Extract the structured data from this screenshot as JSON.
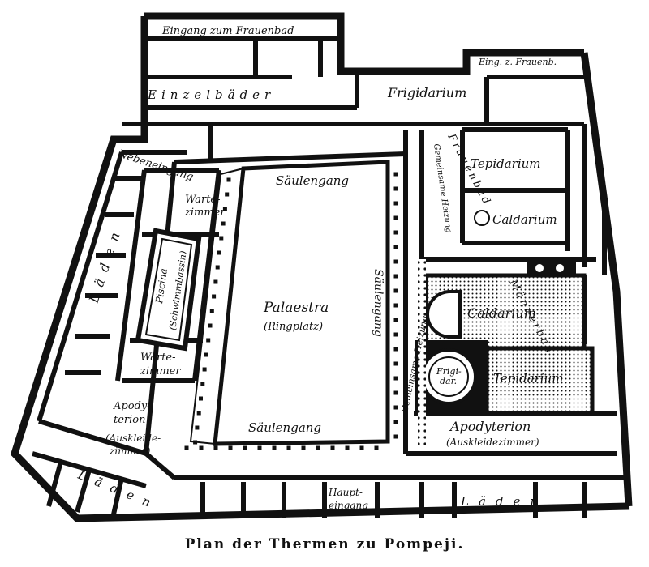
{
  "caption": "Plan der Thermen zu Pompeji.",
  "labels": {
    "eingang_frauenbad": "Eingang zum Frauenbad",
    "einzelbaeder": "Einzelbäder",
    "eing_frauenb": "Eing. z. Frauenb.",
    "frigidarium": "Frigidarium",
    "frauenbad": "Frauenbad",
    "tepidarium_top": "Tepidarium",
    "caldarium_top": "Caldarium",
    "nebeneingang": "Nebeneingang",
    "saeulengang_top": "Säulengang",
    "saeulengang_right": "Säulengang",
    "saeulengang_bottom": "Säulengang",
    "warte_zimmer_top_1": "Warte-",
    "warte_zimmer_top_2": "zimmer",
    "laeden_left": "Läden",
    "piscina_1": "Piscina",
    "piscina_2": "(Schwimmbassin)",
    "palaestra": "Palaestra",
    "ringplatz": "(Ringplatz)",
    "gemeinsame_heizung_top": "Gemeinsame Heizung",
    "gemeinsame_heizung": "Gemeinsame Heizung",
    "caldarium_mid": "Caldarium",
    "maennerbad": "Männerbad",
    "warte_zimmer_bot_1": "Warte-",
    "warte_zimmer_bot_2": "zimmer",
    "frigidar": "Frigi-",
    "frigidar_2": "dar.",
    "tepidarium_bot": "Tepidarium",
    "apodyterion_left_1": "Apody-",
    "apodyterion_left_2": "terion",
    "apodyterion_left_3": "(Auskleide-",
    "apodyterion_left_4": "zimmer)",
    "apodyterion_right": "Apodyterion",
    "auskleidezimmer_right": "(Auskleidezimmer)",
    "laeden_bottom_left": "Läden",
    "haupteingang_1": "Haupt-",
    "haupteingang_2": "eingang",
    "laeden_bottom_right": "Läden"
  }
}
